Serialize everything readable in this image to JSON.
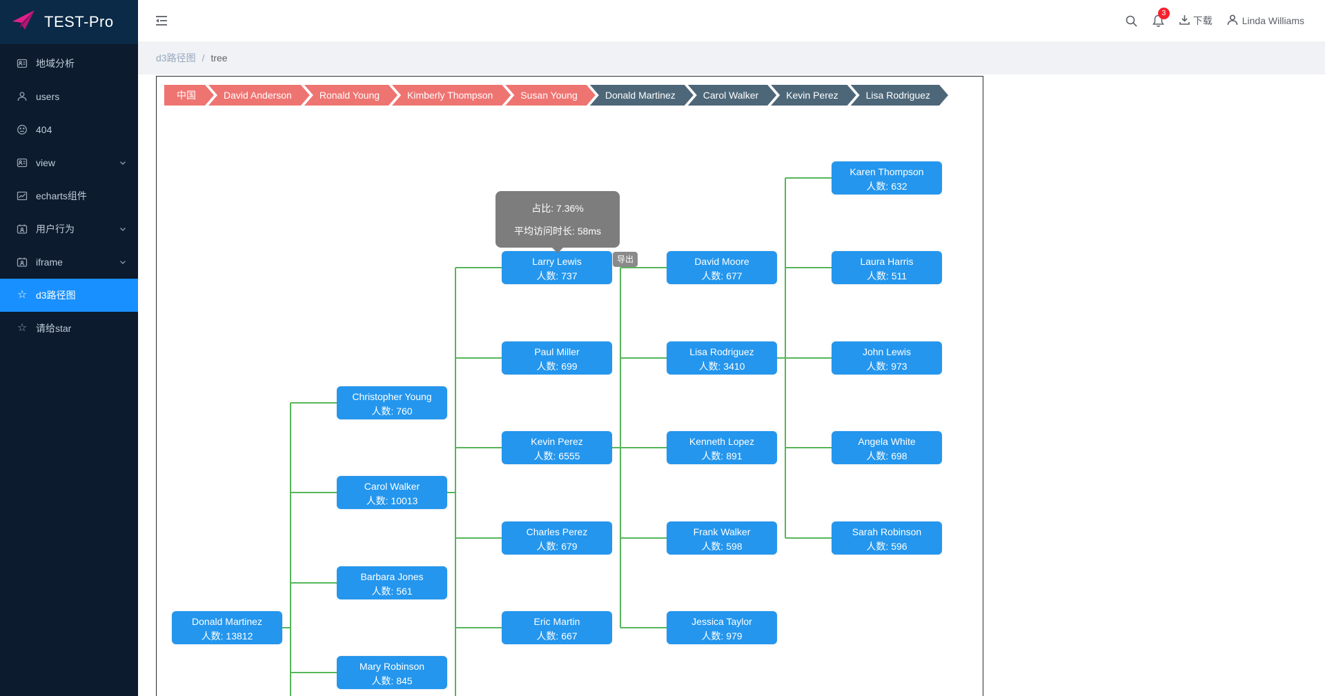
{
  "app": {
    "title": "TEST-Pro"
  },
  "sidebar": {
    "items": [
      {
        "label": "地域分析",
        "icon": "contacts-icon",
        "has_arrow": false,
        "active": false
      },
      {
        "label": "users",
        "icon": "user-icon",
        "has_arrow": false,
        "active": false
      },
      {
        "label": "404",
        "icon": "frown-icon",
        "has_arrow": false,
        "active": false
      },
      {
        "label": "view",
        "icon": "contacts-icon",
        "has_arrow": true,
        "active": false
      },
      {
        "label": "echarts组件",
        "icon": "chart-line-icon",
        "has_arrow": false,
        "active": false
      },
      {
        "label": "用户行为",
        "icon": "calendar-user-icon",
        "has_arrow": true,
        "active": false
      },
      {
        "label": "iframe",
        "icon": "calendar-user-icon",
        "has_arrow": true,
        "active": false
      },
      {
        "label": "d3路径图",
        "icon": "star-icon",
        "has_arrow": false,
        "active": true
      },
      {
        "label": "请给star",
        "icon": "star-icon",
        "has_arrow": false,
        "active": false
      }
    ]
  },
  "header": {
    "notification_count": "3",
    "download_label": "下载",
    "username": "Linda Williams"
  },
  "breadcrumb": {
    "section": "d3路径图",
    "separator": "/",
    "current": "tree"
  },
  "path_bar": {
    "chips": [
      {
        "label": "中国",
        "style": "salmon"
      },
      {
        "label": "David Anderson",
        "style": "salmon"
      },
      {
        "label": "Ronald Young",
        "style": "salmon"
      },
      {
        "label": "Kimberly Thompson",
        "style": "salmon"
      },
      {
        "label": "Susan Young",
        "style": "salmon"
      },
      {
        "label": "Donald Martinez",
        "style": "slate"
      },
      {
        "label": "Carol Walker",
        "style": "slate"
      },
      {
        "label": "Kevin Perez",
        "style": "slate"
      },
      {
        "label": "Lisa Rodriguez",
        "style": "slate"
      }
    ]
  },
  "tooltip": {
    "line1": "占比: 7.36%",
    "line2": "平均访问时长: 58ms",
    "target": "Larry Lewis"
  },
  "export_button": {
    "label": "导出"
  },
  "chart_data": {
    "type": "tree",
    "count_label": "人数:",
    "colors": {
      "node": "#2496ed",
      "link": "#55b559",
      "chip_salmon": "#ee7471",
      "chip_slate": "#4d6779",
      "tooltip_bg": "#7d7d7d",
      "active_menu": "#1890ff"
    },
    "nodes": [
      {
        "id": "donald",
        "name": "Donald Martinez",
        "count": 13812,
        "col": 0,
        "row": 5,
        "parent": null
      },
      {
        "id": "christopher",
        "name": "Christopher Young",
        "count": 760,
        "col": 1,
        "row": 2.5,
        "parent": "donald"
      },
      {
        "id": "carol",
        "name": "Carol Walker",
        "count": 10013,
        "col": 1,
        "row": 3.5,
        "parent": "donald"
      },
      {
        "id": "barbara",
        "name": "Barbara Jones",
        "count": 561,
        "col": 1,
        "row": 4.5,
        "parent": "donald"
      },
      {
        "id": "mary",
        "name": "Mary Robinson",
        "count": 845,
        "col": 1,
        "row": 5.5,
        "parent": "donald"
      },
      {
        "id": "larry",
        "name": "Larry Lewis",
        "count": 737,
        "col": 2,
        "row": 1,
        "parent": "carol"
      },
      {
        "id": "paul",
        "name": "Paul Miller",
        "count": 699,
        "col": 2,
        "row": 2,
        "parent": "carol"
      },
      {
        "id": "kevin",
        "name": "Kevin Perez",
        "count": 6555,
        "col": 2,
        "row": 3,
        "parent": "carol"
      },
      {
        "id": "charles",
        "name": "Charles Perez",
        "count": 679,
        "col": 2,
        "row": 4,
        "parent": "carol"
      },
      {
        "id": "eric",
        "name": "Eric Martin",
        "count": 667,
        "col": 2,
        "row": 5,
        "parent": "carol"
      },
      {
        "id": "davidm",
        "name": "David Moore",
        "count": 677,
        "col": 3,
        "row": 1,
        "parent": "kevin"
      },
      {
        "id": "lisa",
        "name": "Lisa Rodriguez",
        "count": 3410,
        "col": 3,
        "row": 2,
        "parent": "kevin"
      },
      {
        "id": "kenneth",
        "name": "Kenneth Lopez",
        "count": 891,
        "col": 3,
        "row": 3,
        "parent": "kevin"
      },
      {
        "id": "frank",
        "name": "Frank Walker",
        "count": 598,
        "col": 3,
        "row": 4,
        "parent": "kevin"
      },
      {
        "id": "jessica",
        "name": "Jessica Taylor",
        "count": 979,
        "col": 3,
        "row": 5,
        "parent": "kevin"
      },
      {
        "id": "karen",
        "name": "Karen Thompson",
        "count": 632,
        "col": 4,
        "row": 0,
        "parent": "lisa"
      },
      {
        "id": "laura",
        "name": "Laura Harris",
        "count": 511,
        "col": 4,
        "row": 1,
        "parent": "lisa"
      },
      {
        "id": "john",
        "name": "John Lewis",
        "count": 973,
        "col": 4,
        "row": 2,
        "parent": "lisa"
      },
      {
        "id": "angela",
        "name": "Angela White",
        "count": 698,
        "col": 4,
        "row": 3,
        "parent": "lisa"
      },
      {
        "id": "sarah",
        "name": "Sarah Robinson",
        "count": 596,
        "col": 4,
        "row": 4,
        "parent": "lisa"
      }
    ],
    "buses_extended_below": [
      "donald",
      "carol"
    ]
  }
}
